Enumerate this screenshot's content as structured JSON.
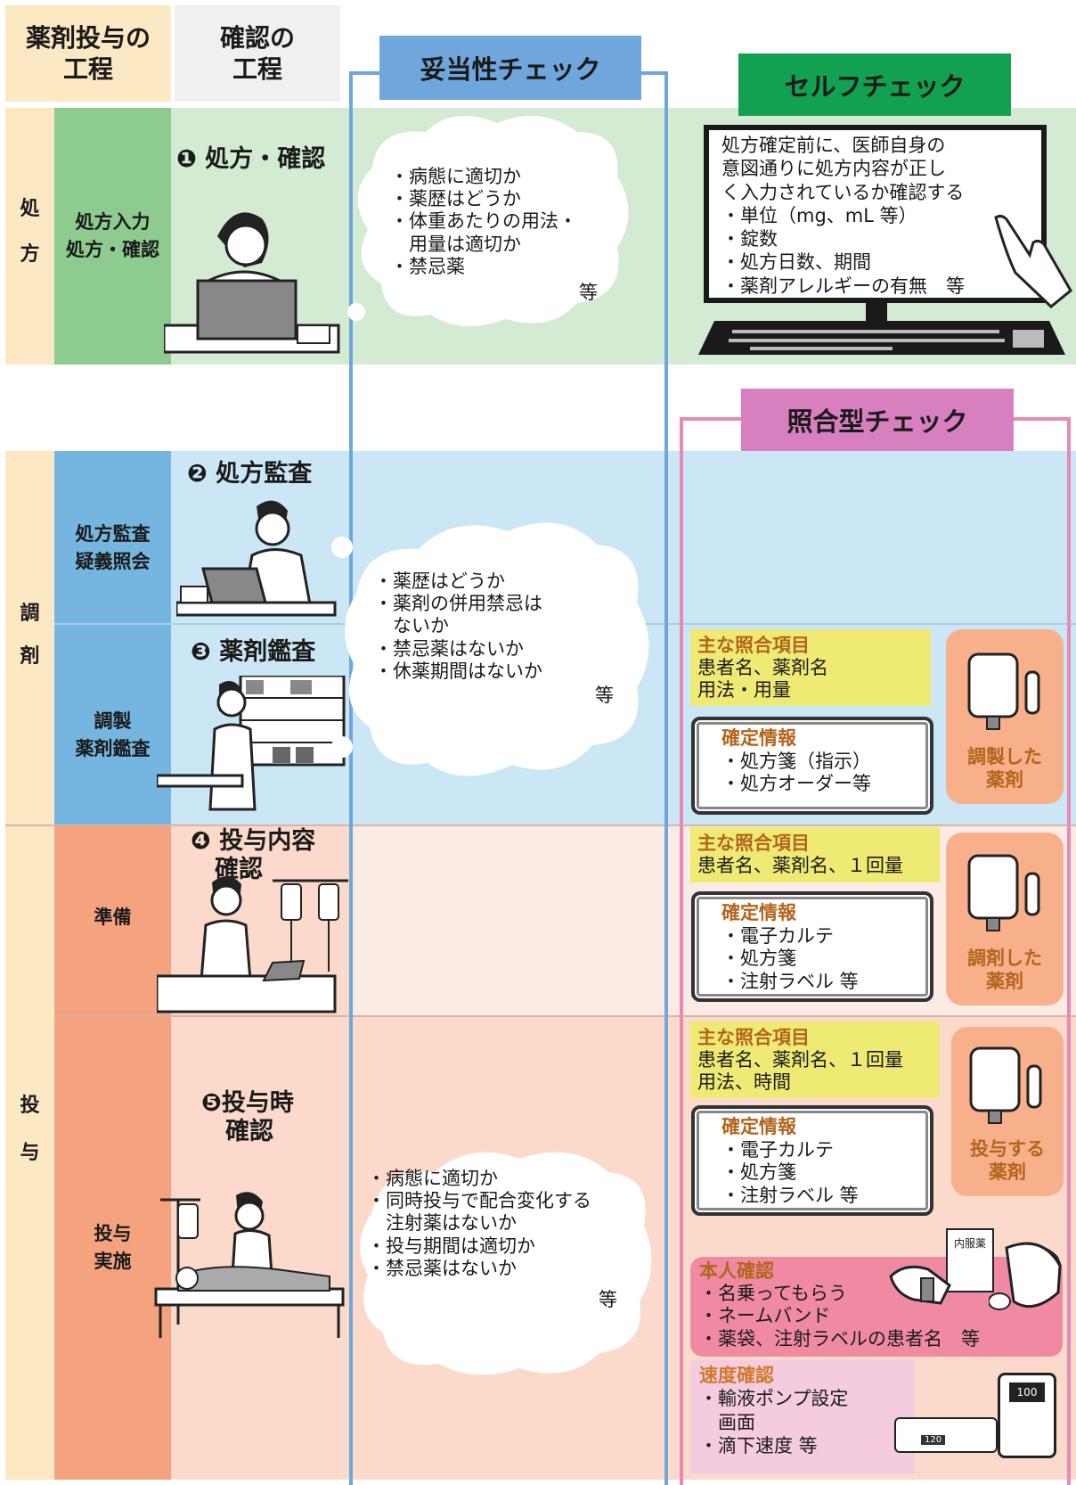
{
  "header": {
    "left": "薬剤投与の\n工程",
    "right": "確認の\n工程"
  },
  "columns": {
    "validity": "妥当性チェック",
    "self": "セルフチェック",
    "collation": "照合型チェック"
  },
  "phases": {
    "prescribe": "処\n方",
    "dispense": "調\n剤",
    "administer": "投\n与"
  },
  "subs": {
    "s1": "処方入力\n処方・確認",
    "s2": "処方監査\n疑義照会",
    "s3": "調製\n薬剤鑑査",
    "s4": "準備",
    "s5": "投与\n実施"
  },
  "steps": {
    "s1": "❶ 処方・確認",
    "s2": "❷ 処方監査",
    "s3": "❸ 薬剤鑑査",
    "s4": "❹ 投与内容\n　確認",
    "s5": "❺投与時\n　確認"
  },
  "clouds": {
    "c1": [
      "・病態に適切か",
      "・薬歴はどうか",
      "・体重あたりの用法・",
      "　用量は適切か",
      "・禁忌薬"
    ],
    "c2": [
      "・薬歴はどうか",
      "・薬剤の併用禁忌は",
      "　ないか",
      "・禁忌薬はないか",
      "・休薬期間はないか"
    ],
    "c3": [
      "・病態に適切か",
      "・同時投与で配合変化する",
      "　注射薬はないか",
      "・投与期間は適切か",
      "・禁忌薬はないか"
    ],
    "etc": "等"
  },
  "monitor": [
    "処方確定前に、医師自身の",
    "意図通りに処方内容が正し",
    "く入力されているか確認する",
    "・単位（mg、mL 等）",
    "・錠数",
    "・処方日数、期間",
    "・薬剤アレルギーの有無　等"
  ],
  "collation": {
    "b3": {
      "title": "主な照合項目",
      "lines": [
        "患者名、薬剤名",
        "用法・用量"
      ],
      "confirm_title": "確定情報",
      "confirm": [
        "・処方箋（指示）",
        "・処方オーダー等"
      ],
      "drug": "調製した\n薬剤"
    },
    "b4": {
      "title": "主な照合項目",
      "lines": [
        "患者名、薬剤名、１回量"
      ],
      "confirm_title": "確定情報",
      "confirm": [
        "・電子カルテ",
        "・処方箋",
        "・注射ラベル 等"
      ],
      "drug": "調剤した\n薬剤"
    },
    "b5": {
      "title": "主な照合項目",
      "lines": [
        "患者名、薬剤名、１回量",
        "用法、時間"
      ],
      "confirm_title": "確定情報",
      "confirm": [
        "・電子カルテ",
        "・処方箋",
        "・注射ラベル 等"
      ],
      "drug": "投与する\n薬剤"
    }
  },
  "identity": {
    "title": "本人確認",
    "lines": [
      "・名乗ってもらう",
      "・ネームバンド",
      "・薬袋、注射ラベルの患者名　等"
    ],
    "bag_label": "内服薬"
  },
  "speed": {
    "title": "速度確認",
    "lines": [
      "・輸液ポンプ設定",
      "　画面",
      "・滴下速度 等"
    ],
    "pump_value": "100",
    "syringe_value": "120"
  },
  "colors": {
    "beige": "#fde8c4",
    "green": "#8dcb8e",
    "lightgreen": "#d2ebd2",
    "blue": "#74b6df",
    "lightblue": "#cbe6f4",
    "salmon": "#f5a37f",
    "lightsalmon": "#fcdacb",
    "pale": "#fbebe5",
    "tagblue": "#6fa6dc",
    "taggreen": "#12a150",
    "tagpink": "#d77fbf",
    "line": "#e98ab5"
  }
}
